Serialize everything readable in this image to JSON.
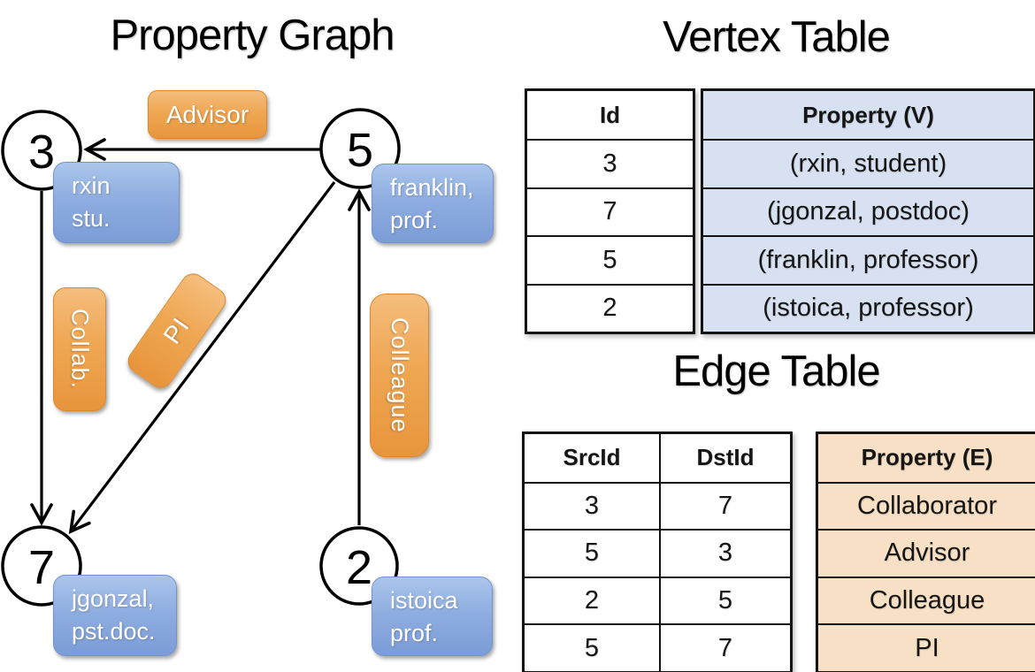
{
  "graph": {
    "title": "Property Graph",
    "vertices": [
      {
        "id": "3",
        "line1": "rxin",
        "line2": "stu."
      },
      {
        "id": "5",
        "line1": "franklin,",
        "line2": "prof."
      },
      {
        "id": "7",
        "line1": "jgonzal,",
        "line2": "pst.doc."
      },
      {
        "id": "2",
        "line1": "istoica",
        "line2": "prof."
      }
    ],
    "edge_labels": {
      "advisor": "Advisor",
      "collaborator": "Collab.",
      "pi": "PI",
      "colleague": "Colleague"
    }
  },
  "vertex_table": {
    "title": "Vertex Table",
    "columns": [
      "Id",
      "Property (V)"
    ],
    "rows": [
      [
        "3",
        "(rxin, student)"
      ],
      [
        "7",
        "(jgonzal, postdoc)"
      ],
      [
        "5",
        "(franklin, professor)"
      ],
      [
        "2",
        "(istoica, professor)"
      ]
    ]
  },
  "edge_table": {
    "title": "Edge Table",
    "columns": [
      "SrcId",
      "DstId",
      "Property (E)"
    ],
    "rows": [
      [
        "3",
        "7",
        "Collaborator"
      ],
      [
        "5",
        "3",
        "Advisor"
      ],
      [
        "2",
        "5",
        "Colleague"
      ],
      [
        "5",
        "7",
        "PI"
      ]
    ]
  },
  "colors": {
    "edge_label_fill": "#EFA753",
    "vertex_label_fill": "#8FADE0",
    "vertex_property_fill": "#D8E1F1",
    "edge_property_fill": "#F7E0C5",
    "line_stroke": "#000000"
  }
}
